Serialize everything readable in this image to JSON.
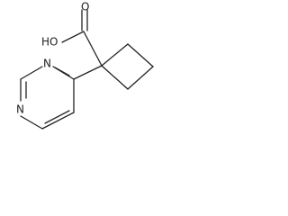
{
  "molecule": {
    "atoms": {
      "oxygen_carbonyl": "O",
      "hydroxyl": "HO",
      "nitrogen_upper": "N",
      "nitrogen_lower": "N"
    }
  }
}
